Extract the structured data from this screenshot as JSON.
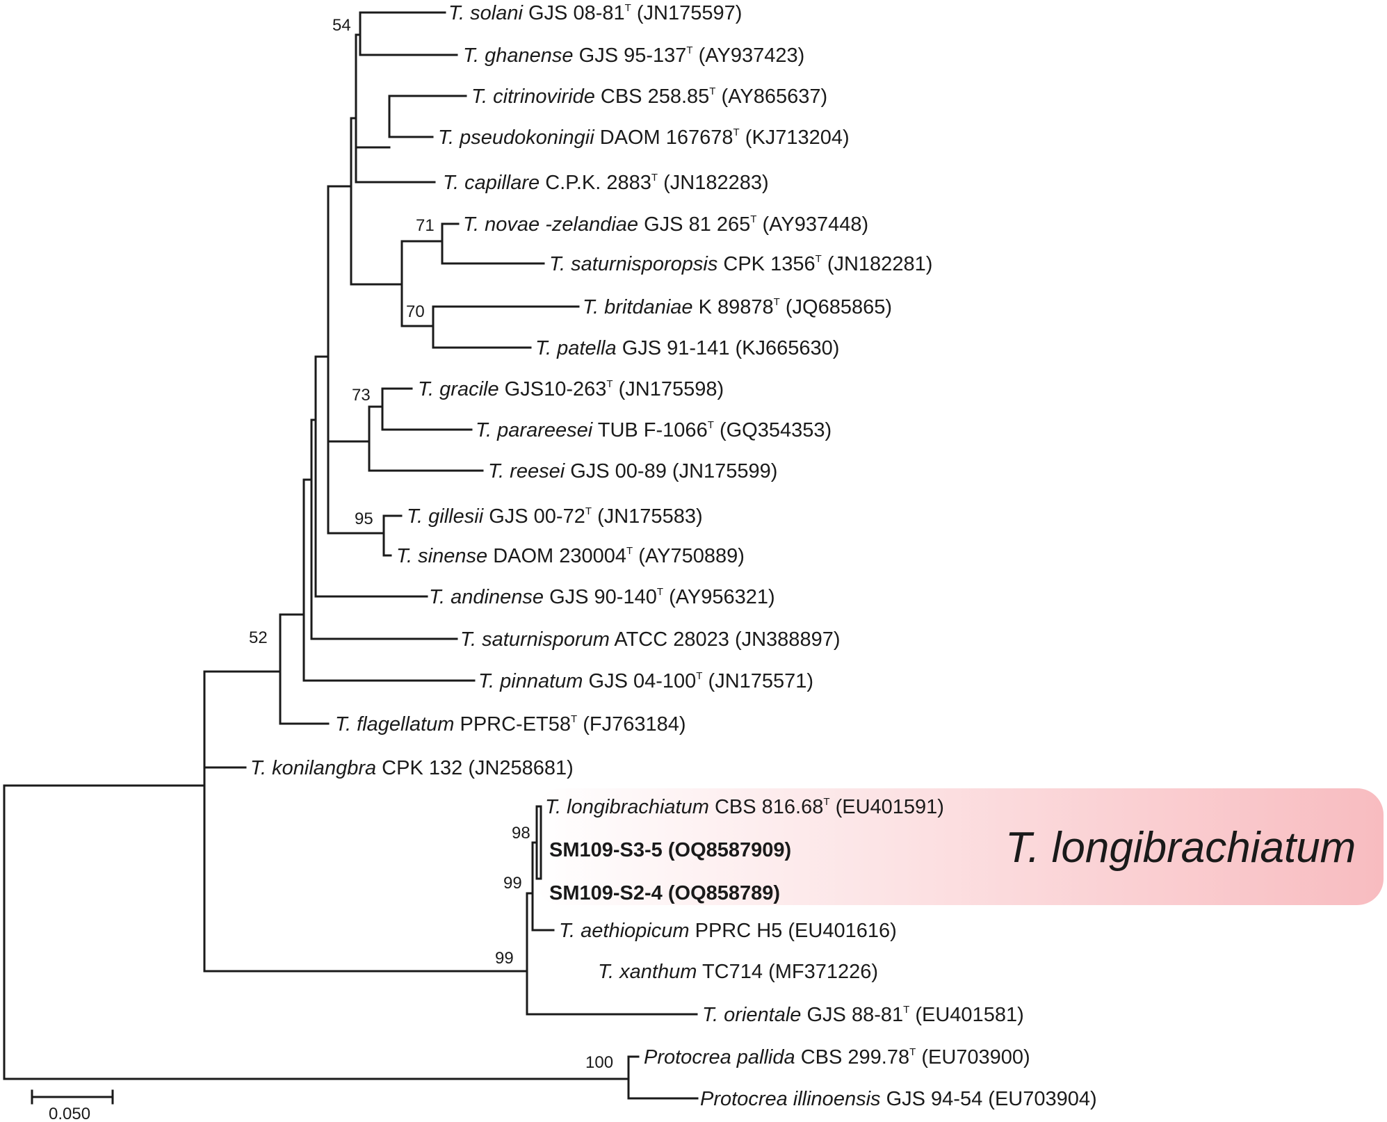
{
  "colors": {
    "ink": "#1a1a1a",
    "highlight_start": "#ffffff",
    "highlight_end": "#f8bcc0"
  },
  "leaves": [
    {
      "id": "solani",
      "genus": "T. solani",
      "strain": "GJS 08-81",
      "type_mark": "T",
      "accession": "(JN175597)"
    },
    {
      "id": "ghanense",
      "genus": "T. ghanense",
      "strain": "GJS 95-137",
      "type_mark": "T",
      "accession": "(AY937423)"
    },
    {
      "id": "citrinoviride",
      "genus": "T. citrinoviride",
      "strain": "CBS 258.85",
      "type_mark": "T",
      "accession": "(AY865637)"
    },
    {
      "id": "pseudokoningii",
      "genus": "T. pseudokoningii",
      "strain": "DAOM 167678",
      "type_mark": "T",
      "accession": "(KJ713204)"
    },
    {
      "id": "capillare",
      "genus": "T. capillare",
      "strain": "C.P.K. 2883",
      "type_mark": "T",
      "accession": "(JN182283)"
    },
    {
      "id": "novae",
      "genus": "T. novae -zelandiae",
      "strain": "GJS 81 265",
      "type_mark": "T",
      "accession": "(AY937448)"
    },
    {
      "id": "saturnisporopsis",
      "genus": "T. saturnisporopsis",
      "strain": "CPK 1356",
      "type_mark": "T",
      "accession": "(JN182281)"
    },
    {
      "id": "britdaniae",
      "genus": "T. britdaniae",
      "strain": "K 89878",
      "type_mark": "T",
      "accession": "(JQ685865)"
    },
    {
      "id": "patella",
      "genus": "T. patella",
      "strain": "GJS 91-141",
      "type_mark": "",
      "accession": "(KJ665630)"
    },
    {
      "id": "gracile",
      "genus": "T. gracile",
      "strain": "GJS10-263",
      "type_mark": "T",
      "accession": "(JN175598)"
    },
    {
      "id": "parareesei",
      "genus": "T. parareesei",
      "strain": "TUB F-1066",
      "type_mark": "T",
      "accession": "(GQ354353)"
    },
    {
      "id": "reesei",
      "genus": "T. reesei",
      "strain": "GJS 00-89",
      "type_mark": "",
      "accession": "(JN175599)"
    },
    {
      "id": "gillesii",
      "genus": "T. gillesii",
      "strain": "GJS 00-72",
      "type_mark": "T",
      "accession": "(JN175583)"
    },
    {
      "id": "sinense",
      "genus": "T. sinense",
      "strain": "DAOM 230004",
      "type_mark": "T",
      "accession": "(AY750889)"
    },
    {
      "id": "andinense",
      "genus": "T. andinense",
      "strain": "GJS 90-140",
      "type_mark": "T",
      "accession": "(AY956321)"
    },
    {
      "id": "saturnisporum",
      "genus": "T. saturnisporum",
      "strain": "ATCC 28023",
      "type_mark": "",
      "accession": "(JN388897)"
    },
    {
      "id": "pinnatum",
      "genus": "T. pinnatum",
      "strain": "GJS 04-100",
      "type_mark": "T",
      "accession": "(JN175571)"
    },
    {
      "id": "flagellatum",
      "genus": "T. flagellatum",
      "strain": "PPRC-ET58",
      "type_mark": "T",
      "accession": "(FJ763184)"
    },
    {
      "id": "konilangbra",
      "genus": "T. konilangbra",
      "strain": "CPK 132",
      "type_mark": "",
      "accession": "(JN258681)"
    },
    {
      "id": "longibrachiatum",
      "genus": "T. longibrachiatum",
      "strain": "CBS 816.68",
      "type_mark": "T",
      "accession": "(EU401591)"
    },
    {
      "id": "sm109s35",
      "genus": "",
      "strain": "SM109-S3-5",
      "type_mark": "",
      "accession": "(OQ8587909)"
    },
    {
      "id": "sm109s24",
      "genus": "",
      "strain": "SM109-S2-4",
      "type_mark": "",
      "accession": "(OQ858789)"
    },
    {
      "id": "aethiopicum",
      "genus": "T. aethiopicum",
      "strain": "PPRC H5",
      "type_mark": "",
      "accession": "(EU401616)"
    },
    {
      "id": "xanthum",
      "genus": "T. xanthum",
      "strain": "TC714",
      "type_mark": "",
      "accession": "(MF371226)"
    },
    {
      "id": "orientale",
      "genus": "T. orientale",
      "strain": "GJS 88-81",
      "type_mark": "T",
      "accession": "(EU401581)"
    },
    {
      "id": "pallida",
      "genus": "Protocrea pallida",
      "strain": "CBS 299.78",
      "type_mark": "T",
      "accession": "(EU703900)"
    },
    {
      "id": "illinoensis",
      "genus": "Protocrea illinoensis",
      "strain": "GJS 94-54",
      "type_mark": "",
      "accession": "(EU703904)"
    }
  ],
  "bootstrap": [
    "54",
    "71",
    "70",
    "73",
    "95",
    "52",
    "98",
    "99",
    "99",
    "100"
  ],
  "clade_highlight": "T. longibrachiatum",
  "scale_bar": {
    "label": "0.050"
  }
}
